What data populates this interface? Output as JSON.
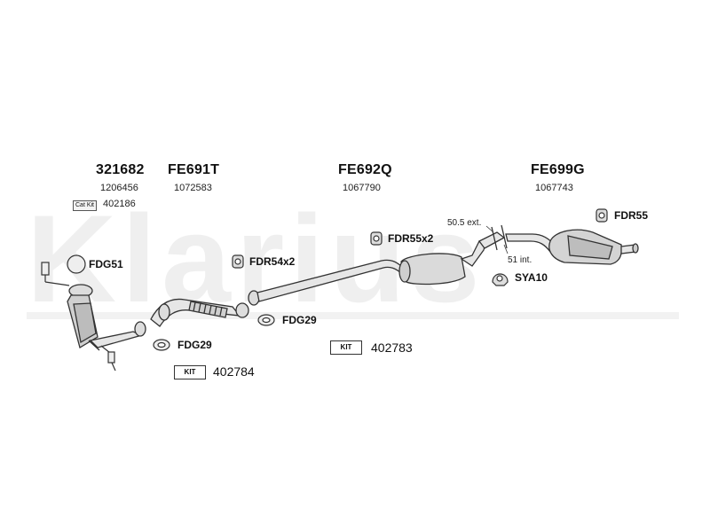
{
  "watermark": "Klarius",
  "parts": [
    {
      "code": "321682",
      "number": "1206456"
    },
    {
      "code": "FE691T",
      "number": "1072583"
    },
    {
      "code": "FE692Q",
      "number": "1067790"
    },
    {
      "code": "FE699G",
      "number": "1067743"
    }
  ],
  "catkit": {
    "label": "Cat Kit",
    "number": "402186"
  },
  "fittings": {
    "fdg51": "FDG51",
    "fdg29_a": "FDG29",
    "fdg29_b": "FDG29",
    "fdr54": "FDR54x2",
    "fdr55x2": "FDR55x2",
    "fdr55": "FDR55",
    "sya10": "SYA10"
  },
  "measurements": {
    "ext": "50.5 ext.",
    "int": "51 int."
  },
  "kits": [
    {
      "label": "KIT",
      "number": "402784"
    },
    {
      "label": "KIT",
      "number": "402783"
    }
  ]
}
